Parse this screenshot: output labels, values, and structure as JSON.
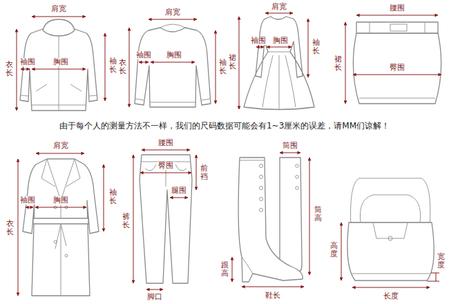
{
  "diagram": {
    "labels": [
      "肩宽",
      "衣长",
      "袖围",
      "胸围",
      "袖长",
      "肩宽",
      "衣长",
      "袖围",
      "胸围",
      "袖长",
      "肩宽",
      "袖围",
      "胸围",
      "裙长",
      "袖长",
      "腰围",
      "裙长",
      "臀围",
      "由于每个人的测量方法不一样，我们的尺码数据可能会有1~3厘米的误差，请MM们谅解！",
      "肩宽",
      "袖围",
      "胸围",
      "衣长",
      "袖长",
      "腰围",
      "臀围",
      "前裆",
      "腿围",
      "裤长",
      "脚口",
      "筒围",
      "筒高",
      "跟高",
      "鞋长",
      "高度",
      "宽度",
      "长度"
    ]
  }
}
